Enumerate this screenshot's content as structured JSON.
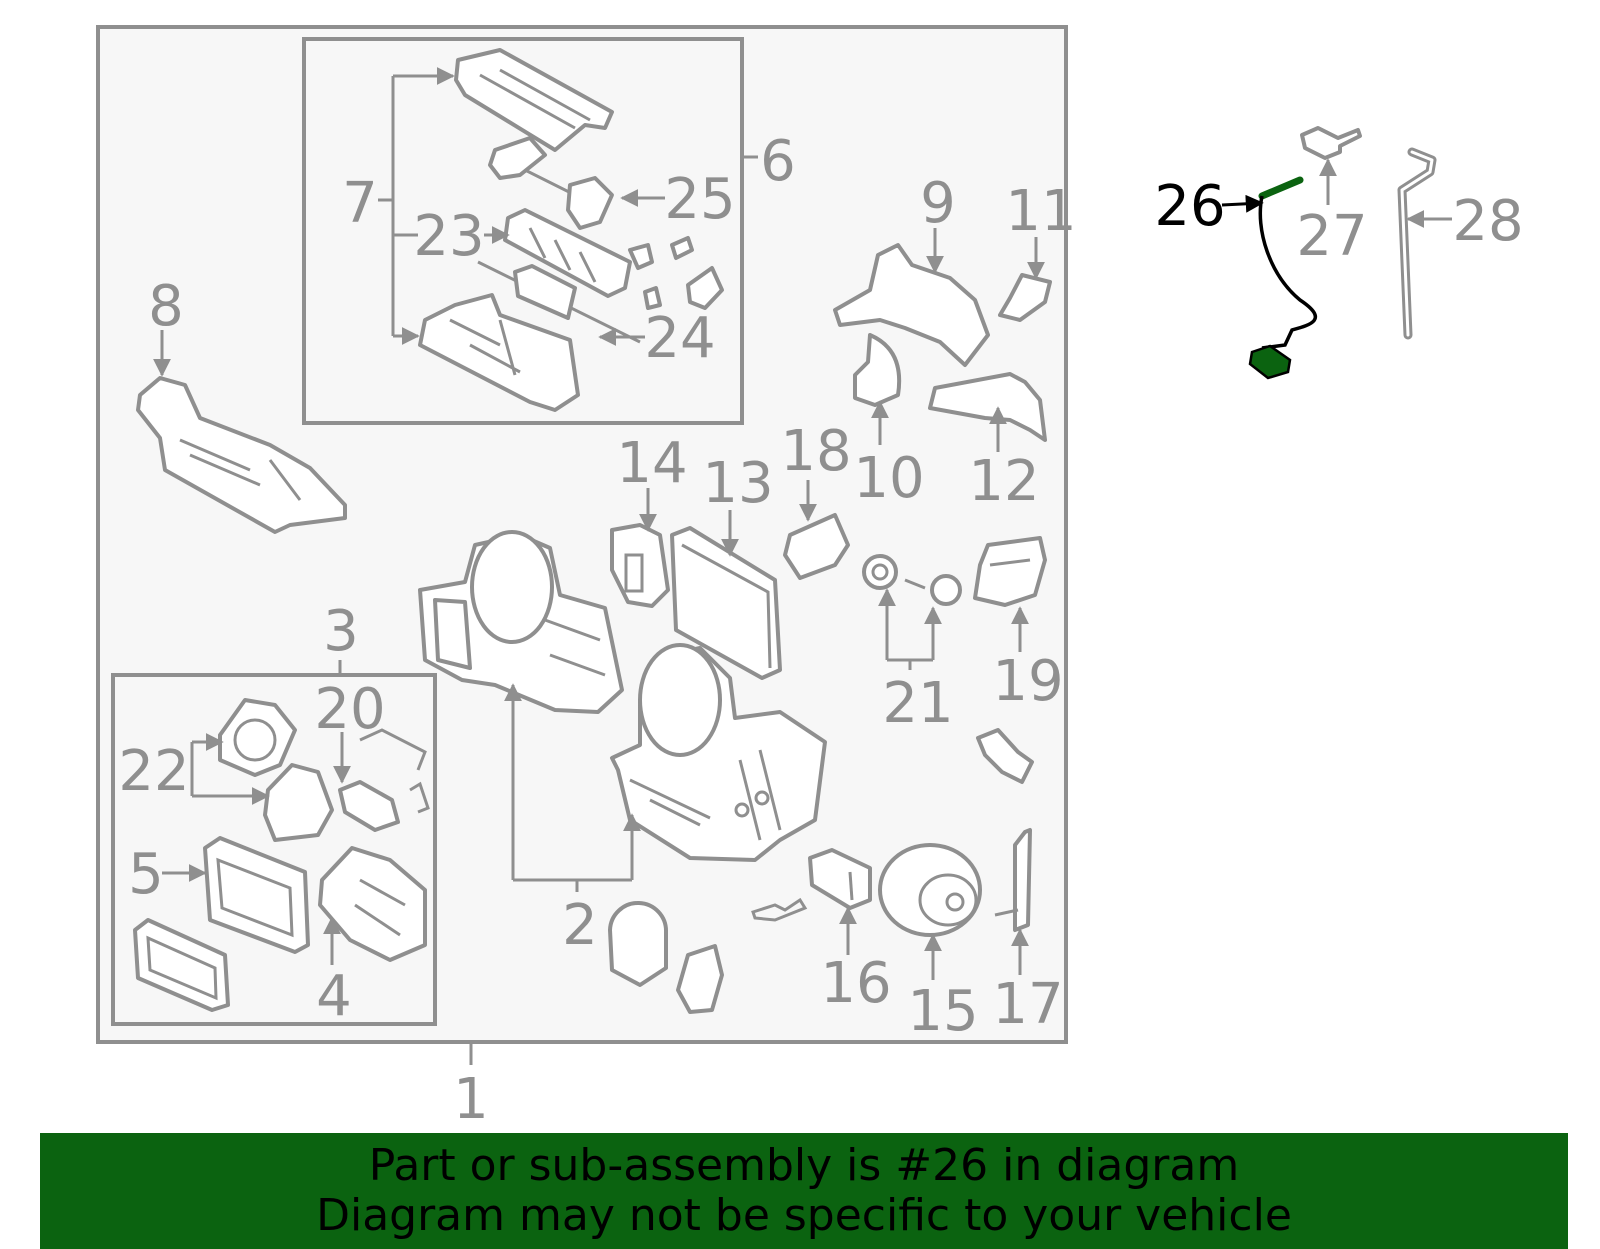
{
  "highlighted_part": "26",
  "colors": {
    "outline": "#8f8f8f",
    "highlight": "#0b6310",
    "background": "#f7f7f7"
  },
  "labels": {
    "l1": "1",
    "l2": "2",
    "l3": "3",
    "l4": "4",
    "l5": "5",
    "l6": "6",
    "l7": "7",
    "l8": "8",
    "l9": "9",
    "l10": "10",
    "l11": "11",
    "l12": "12",
    "l13": "13",
    "l14": "14",
    "l15": "15",
    "l16": "16",
    "l17": "17",
    "l18": "18",
    "l19": "19",
    "l20": "20",
    "l21": "21",
    "l22": "22",
    "l23": "23",
    "l24": "24",
    "l25": "25",
    "l26": "26",
    "l27": "27",
    "l28": "28"
  },
  "banner": {
    "line1": "Part or sub-assembly is #26 in diagram",
    "line2": "Diagram may not be specific to your vehicle"
  }
}
